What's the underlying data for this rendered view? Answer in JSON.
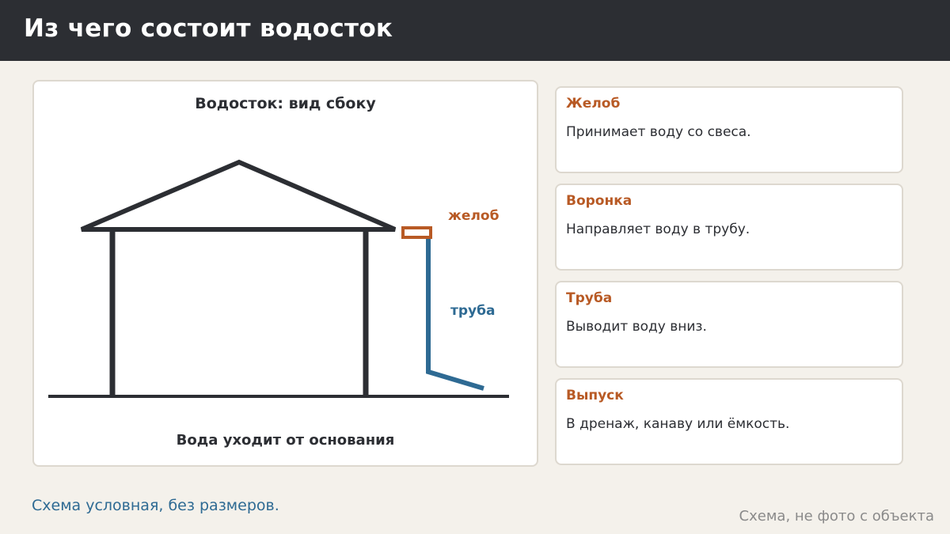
{
  "header": {
    "title": "Из чего состоит водосток"
  },
  "diagram": {
    "title": "Водосток: вид сбоку",
    "caption": "Вода уходит от основания",
    "labels": {
      "gutter": "желоб",
      "pipe": "труба"
    }
  },
  "cards": [
    {
      "title": "Желоб",
      "text": "Принимает воду со свеса."
    },
    {
      "title": "Воронка",
      "text": "Направляет воду в трубу."
    },
    {
      "title": "Труба",
      "text": "Выводит воду вниз."
    },
    {
      "title": "Выпуск",
      "text": "В дренаж, канаву или ёмкость."
    }
  ],
  "footer": {
    "note": "Схема условная, без размеров.",
    "watermark": "Схема, не фото с объекта"
  },
  "colors": {
    "header_bg": "#2c2e33",
    "background": "#f4f1eb",
    "accent_orange": "#b85a25",
    "accent_blue": "#2e6a93",
    "structure": "#2c2e33"
  }
}
